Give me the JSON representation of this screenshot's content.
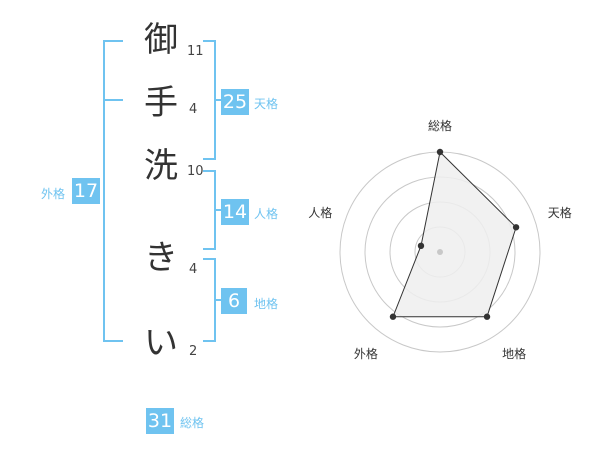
{
  "name": {
    "characters": [
      {
        "char": "御",
        "strokes": "11"
      },
      {
        "char": "手",
        "strokes": "4"
      },
      {
        "char": "洗",
        "strokes": "10"
      },
      {
        "char": "き",
        "strokes": "4"
      },
      {
        "char": "い",
        "strokes": "2"
      }
    ]
  },
  "fortune": {
    "tenkaku": {
      "value": "25",
      "label": "天格"
    },
    "jinkaku": {
      "value": "14",
      "label": "人格"
    },
    "chikaku": {
      "value": "6",
      "label": "地格"
    },
    "gaikaku": {
      "value": "17",
      "label": "外格"
    },
    "soukaku": {
      "value": "31",
      "label": "総格"
    }
  },
  "chart_data": {
    "type": "radar",
    "axes": [
      "総格",
      "天格",
      "地格",
      "外格",
      "人格"
    ],
    "values": [
      5,
      4,
      4,
      4,
      1
    ],
    "max": 5,
    "rings": 4
  },
  "colors": {
    "accent": "#6fc3f0",
    "fill": "#efefef",
    "grid": "#c8c8c8",
    "line": "#333333"
  }
}
